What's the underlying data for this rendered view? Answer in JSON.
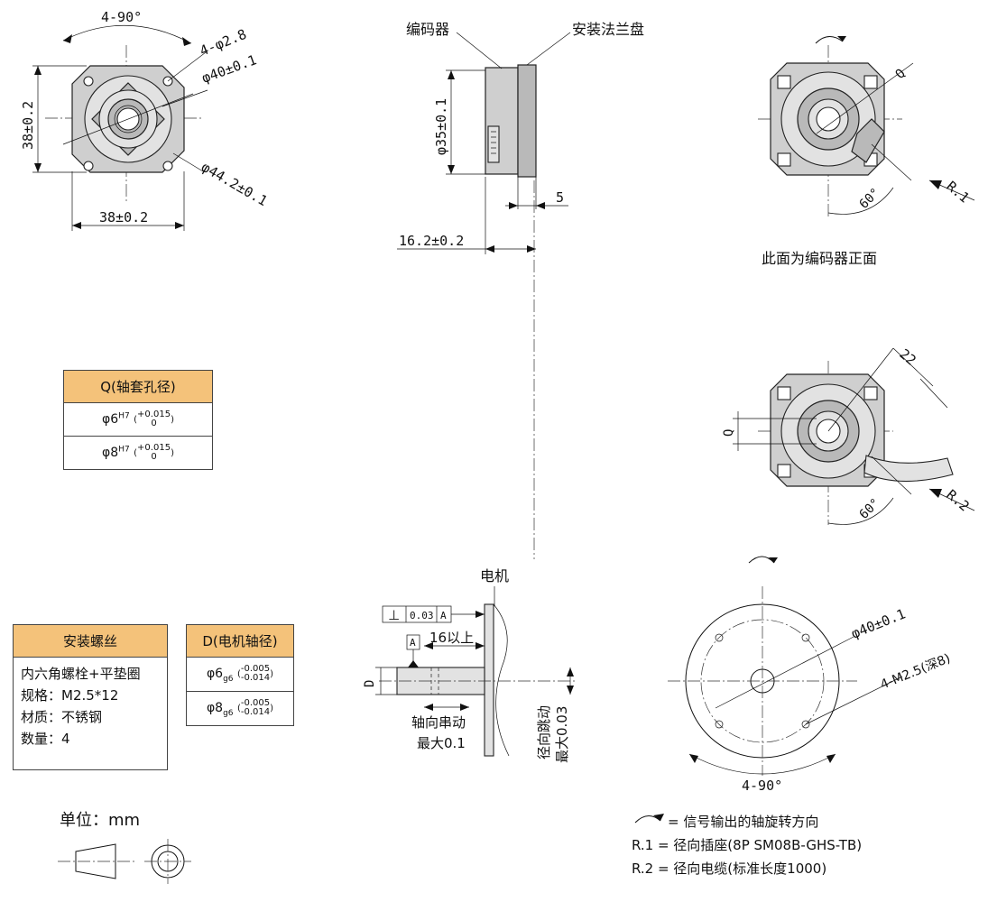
{
  "front_view": {
    "angle_top": "4-90°",
    "holes": "4-φ2.8",
    "bolt_circle": "φ40±0.1",
    "height": "38±0.2",
    "width": "38±0.2",
    "outer_diameter": "φ44.2±0.1"
  },
  "side_view": {
    "encoder_label": "编码器",
    "flange_label": "安装法兰盘",
    "diameter": "φ35±0.1",
    "flange_thickness": "5",
    "total_length": "16.2±0.2"
  },
  "right_top": {
    "q_label": "Q",
    "r1_label": "R.1",
    "angle": "60°",
    "caption": "此面为编码器正面"
  },
  "right_mid": {
    "dim_22": "22",
    "q_label": "Q",
    "r2_label": "R.2",
    "angle": "60°"
  },
  "q_table": {
    "header": "Q(轴套孔径)",
    "rows": [
      {
        "base": "φ6",
        "fit": "H7",
        "upper": "+0.015",
        "lower": "0"
      },
      {
        "base": "φ8",
        "fit": "H7",
        "upper": "+0.015",
        "lower": "0"
      }
    ]
  },
  "screw_table": {
    "header": "安装螺丝",
    "lines": [
      "内六角螺栓+平垫圈",
      "规格：M2.5*12",
      "材质：不锈钢",
      "数量：4"
    ]
  },
  "d_table": {
    "header": "D(电机轴径)",
    "rows": [
      {
        "base": "φ6",
        "fit": "g6",
        "upper": "-0.005",
        "lower": "-0.014"
      },
      {
        "base": "φ8",
        "fit": "g6",
        "upper": "-0.005",
        "lower": "-0.014"
      }
    ]
  },
  "motor_view": {
    "motor_label": "电机",
    "perp_symbol": "⊥",
    "tolerance": "0.03",
    "datum": "A",
    "datum_box": "A",
    "shaft_length": "16以上",
    "d_label": "D",
    "axial_line1": "轴向串动",
    "axial_line2": "最大0.1",
    "radial_line1": "径向跳动",
    "radial_line2": "最大0.03"
  },
  "motor_face": {
    "bolt_circle": "φ40±0.1",
    "thread": "4-M2.5(深8)",
    "angle": "4-90°"
  },
  "legend": {
    "line1": "= 信号输出的轴旋转方向",
    "line2": "R.1 = 径向插座(8P SM08B-GHS-TB)",
    "line3": "R.2 = 径向电缆(标准长度1000)"
  },
  "unit": {
    "label": "单位：mm"
  }
}
